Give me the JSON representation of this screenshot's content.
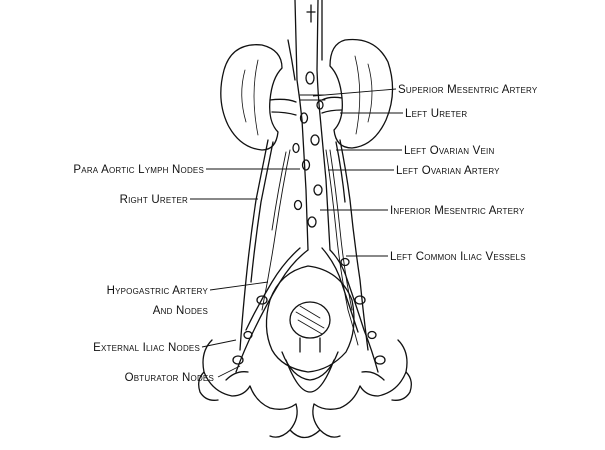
{
  "labels": {
    "superior_mesenteric_artery": "Superior Mesentric Artery",
    "left_ureter": "Left Ureter",
    "left_ovarian_vein": "Left Ovarian Vein",
    "left_ovarian_artery": "Left Ovarian Artery",
    "para_aortic_lymph_nodes": "Para Aortic Lymph Nodes",
    "right_ureter": "Right Ureter",
    "inferior_mesenteric_artery": "Inferior Mesentric Artery",
    "left_common_iliac_vessels": "Left Common Iliac Vessels",
    "hypogastric_artery_line1": "Hypogastric Artery",
    "hypogastric_artery_line2": "And Nodes",
    "external_iliac_nodes": "External Iliac Nodes",
    "obturator_nodes": "Obturator Nodes"
  },
  "colors": {
    "ink": "#111111",
    "paper": "#ffffff"
  }
}
